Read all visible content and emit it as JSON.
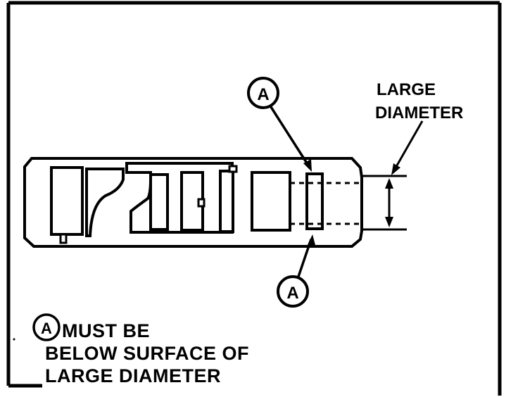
{
  "labels": {
    "large_diameter_line1": "LARGE",
    "large_diameter_line2": "DIAMETER",
    "callout_letter_top": "A",
    "callout_letter_bottom": "A"
  },
  "note": {
    "symbol": "A",
    "line1": "MUST BE",
    "line2": "BELOW SURFACE OF",
    "line3": "LARGE DIAMETER"
  }
}
